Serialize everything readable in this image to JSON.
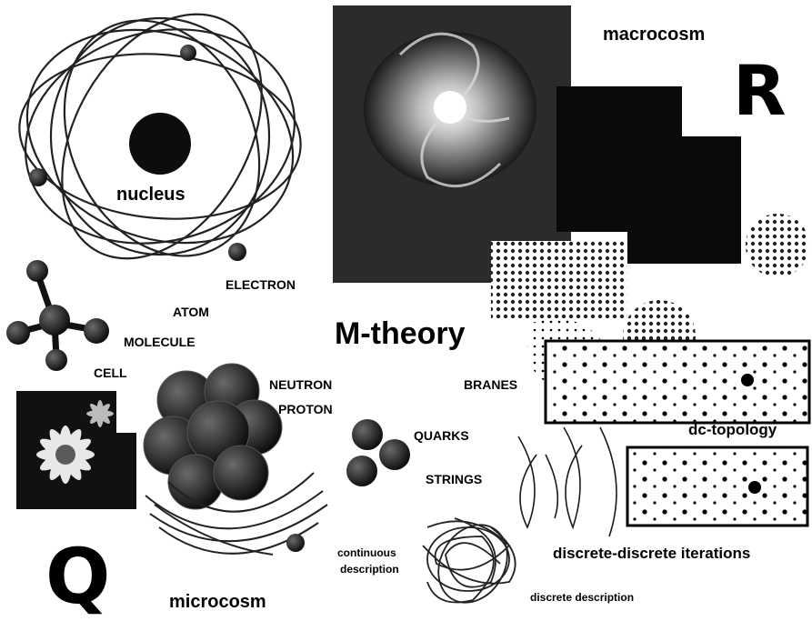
{
  "labels": {
    "macrocosm": "macrocosm",
    "nucleus": "nucleus",
    "electron": "ELECTRON",
    "atom": "ATOM",
    "molecule": "MOLECULE",
    "cell": "CELL",
    "mtheory": "M-theory",
    "neutron": "NEUTRON",
    "proton": "PROTON",
    "branes": "BRANES",
    "quarks": "QUARKS",
    "strings": "STRINGS",
    "dc_topology": "dc-topology",
    "continuous_1": "continuous",
    "continuous_2": "description",
    "discrete_iterations": "discrete-discrete iterations",
    "discrete_description": "discrete description",
    "microcosm": "microcosm"
  },
  "letters": {
    "R": "R",
    "Q": "Q"
  }
}
